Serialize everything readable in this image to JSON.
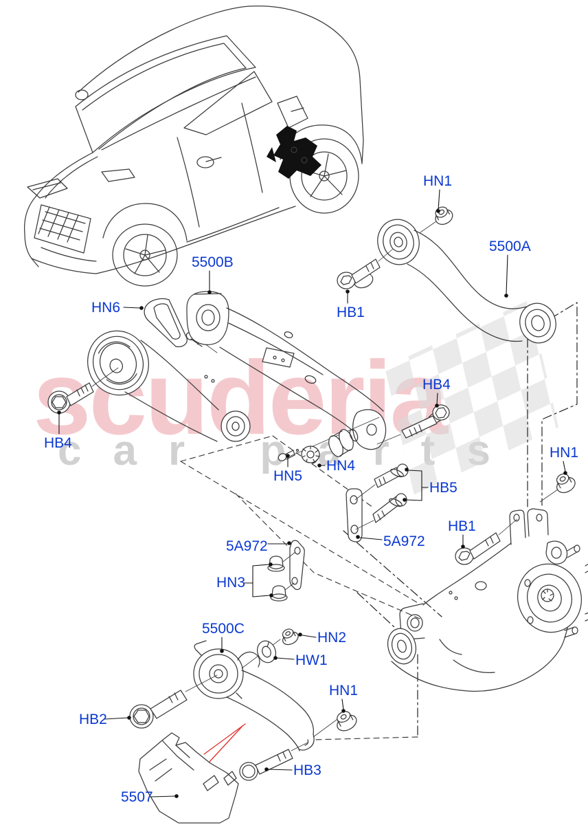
{
  "watermark": {
    "brand": "scuderia",
    "subtitle": "car parts"
  },
  "callouts": [
    {
      "id": "hn1-top",
      "text": "HN1"
    },
    {
      "id": "5500a",
      "text": "5500A"
    },
    {
      "id": "hb1-top",
      "text": "HB1"
    },
    {
      "id": "5500b",
      "text": "5500B"
    },
    {
      "id": "hn6",
      "text": "HN6"
    },
    {
      "id": "hb4-left",
      "text": "HB4"
    },
    {
      "id": "hb4-right",
      "text": "HB4"
    },
    {
      "id": "hn5",
      "text": "HN5"
    },
    {
      "id": "hn4",
      "text": "HN4"
    },
    {
      "id": "hb5",
      "text": "HB5"
    },
    {
      "id": "hn1-right",
      "text": "HN1"
    },
    {
      "id": "hb1-right",
      "text": "HB1"
    },
    {
      "id": "5a972-left",
      "text": "5A972"
    },
    {
      "id": "5a972-right",
      "text": "5A972"
    },
    {
      "id": "hn3",
      "text": "HN3"
    },
    {
      "id": "5500c",
      "text": "5500C"
    },
    {
      "id": "hn2",
      "text": "HN2"
    },
    {
      "id": "hw1",
      "text": "HW1"
    },
    {
      "id": "hn1-bottom",
      "text": "HN1"
    },
    {
      "id": "hb2",
      "text": "HB2"
    },
    {
      "id": "hb3",
      "text": "HB3"
    },
    {
      "id": "5507",
      "text": "5507"
    }
  ],
  "colors": {
    "label_blue": "#0a38d0",
    "line_dark": "#3a3a3a",
    "red_mark": "#e0302a",
    "watermark_pink": "rgba(219,75,88,0.30)",
    "watermark_gray": "rgba(120,120,120,0.34)",
    "checker_gray": "#d9d9d9"
  }
}
